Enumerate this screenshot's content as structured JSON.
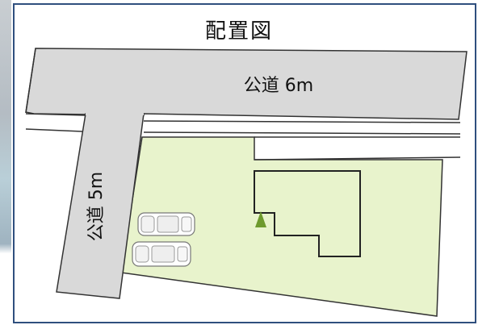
{
  "title": "配置図",
  "roads": [
    {
      "label": "公道 6m"
    },
    {
      "label": "公道 5m"
    }
  ],
  "colors": {
    "lot": "#e8f3cc",
    "road": "#d9d9d9",
    "entrance_marker": "#6e9a2e",
    "frame": "#2f4f7e"
  },
  "icons": [
    "car-icon",
    "car-icon",
    "entrance-triangle-icon"
  ]
}
